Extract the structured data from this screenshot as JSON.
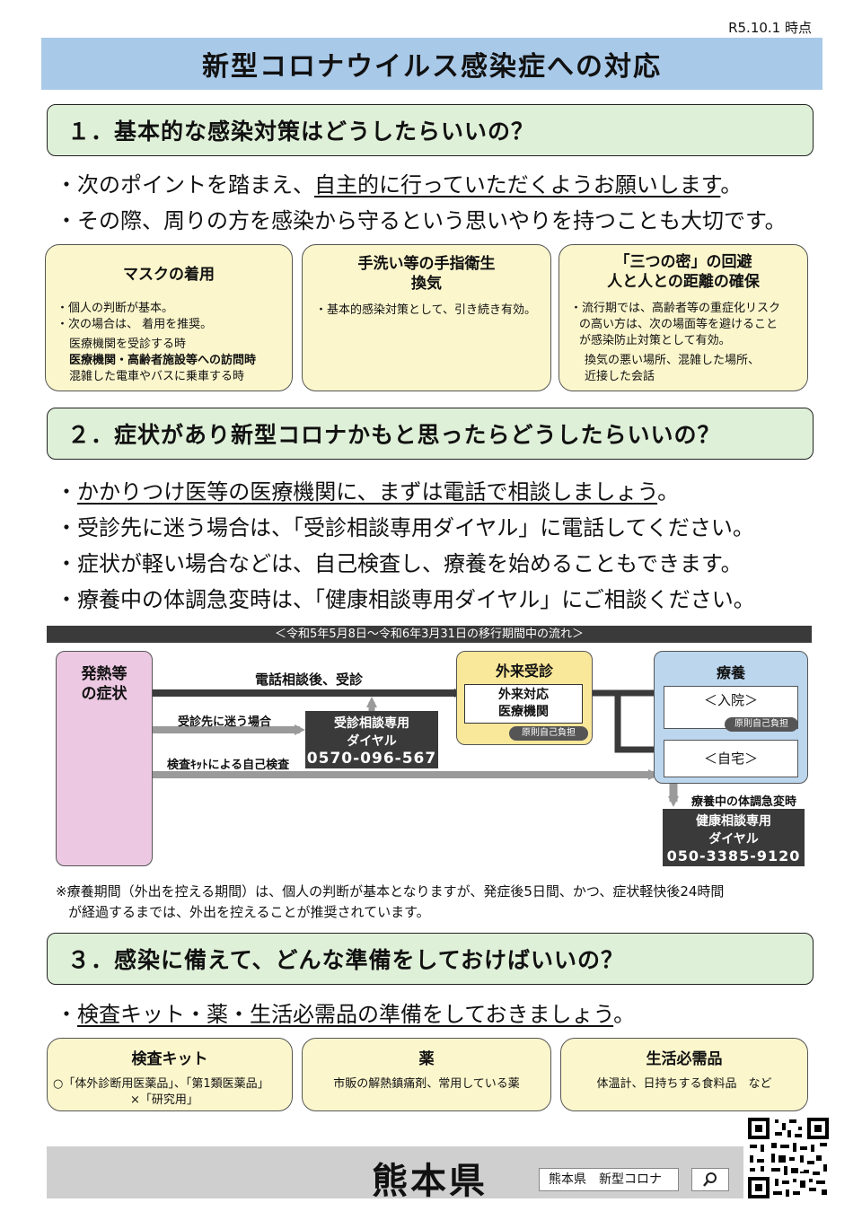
{
  "date": "R5.10.1 時点",
  "title": "新型コロナウイルス感染症への対応",
  "s1": {
    "heading": "１．基本的な感染対策はどうしたらいいの？",
    "b1_pre": "・次のポイントを踏まえ、",
    "b1_u": "自主的に行っていただくようお願いします",
    "b1_post": "。",
    "b2": "・その際、周りの方を感染から守るという思いやりを持つことも大切です。",
    "cards": [
      {
        "title": "マスクの着用",
        "l1": "・個人の判断が基本。",
        "l2": "・次の場合は、 着用を推奨。",
        "l3": "医療機関を受診する時",
        "l4": "医療機関・高齢者施設等への訪問時",
        "l5": "混雑した電車やバスに乗車する時"
      },
      {
        "title1": "手洗い等の手指衛生",
        "title2": "換気",
        "l1": "・基本的感染対策として、引き続き有効。"
      },
      {
        "title1": "「三つの密」の回避",
        "title2": "人と人との距離の確保",
        "l1": "・流行期では、高齢者等の重症化リスク",
        "l2": "の高い方は、次の場面等を避けること",
        "l3": "が感染防止対策として有効。",
        "l4": "換気の悪い場所、混雑した場所、",
        "l5": "近接した会話"
      }
    ]
  },
  "s2": {
    "heading": "２．症状があり新型コロナかもと思ったらどうしたらいいの？",
    "b1_pre": "・",
    "b1_u": "かかりつけ医等の医療機関に、まずは電話で相談しましょう",
    "b1_post": "。",
    "b2": "・受診先に迷う場合は、「受診相談専用ダイヤル」に電話してください。",
    "b3": "・症状が軽い場合などは、自己検査し、療養を始めることもできます。",
    "b4": "・療養中の体調急変時は、「健康相談専用ダイヤル」にご相談ください。"
  },
  "flow": {
    "bar": "＜令和5年5月8日～令和6年3月31日の移行期間中の流れ＞",
    "symptom1": "発熱等",
    "symptom2": "の症状",
    "route1": "電話相談後、受診",
    "route2": "受診先に迷う場合",
    "route3": "検査ｷｯﾄによる自己検査",
    "dial1_label1": "受診相談専用",
    "dial1_label2": "ダイヤル",
    "dial1_number": "0570-096-567",
    "outpatient": "外来受診",
    "outpatient_inst1": "外来対応",
    "outpatient_inst2": "医療機関",
    "outpatient_badge": "原則自己負担",
    "recovery": "療養",
    "hospital": "＜入院＞",
    "hospital_badge": "原則自己負担",
    "home": "＜自宅＞",
    "emergency": "療養中の体調急変時",
    "dial2_label1": "健康相談専用",
    "dial2_label2": "ダイヤル",
    "dial2_number": "050-3385-9120",
    "note1": "※療養期間（外出を控える期間）は、個人の判断が基本となりますが、発症後5日間、かつ、症状軽快後24時間",
    "note2": "が経過するまでは、外出を控えることが推奨されています。"
  },
  "s3": {
    "heading": "３．感染に備えて、どんな準備をしておけばいいの？",
    "b1_pre": "・",
    "b1_u": "検査キット・薬・生活必需品の準備をしておきましょう",
    "b1_post": "。",
    "cards": [
      {
        "title": "検査キット",
        "l1": "○「体外診断用医薬品」、「第1類医薬品」",
        "l2": "×「研究用」"
      },
      {
        "title": "薬",
        "l1": "市販の解熱鎮痛剤、常用している薬"
      },
      {
        "title": "生活必需品",
        "l1": "体温計、日持ちする食料品　など"
      }
    ]
  },
  "footer": {
    "prefecture": "熊本県",
    "search_text": "熊本県　新型コロナ"
  },
  "colors": {
    "title_bg": "#a9c9e8",
    "section_bg": "#dff0d8",
    "card_bg": "#fbf6cc",
    "symptom_bg": "#ecc8e2",
    "outpatient_bg": "#f9e79a",
    "recovery_bg": "#bcd6ee",
    "dark": "#3a3a3a"
  }
}
